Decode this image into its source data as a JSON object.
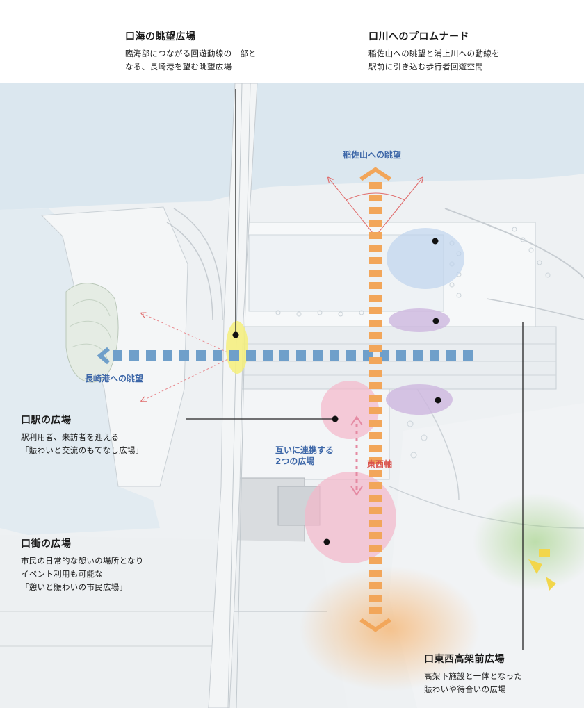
{
  "callouts": {
    "sea": {
      "title": "口海の眺望広場",
      "lines": [
        "臨海部につながる回遊動線の一部と",
        "なる、長崎港を望む眺望広場"
      ]
    },
    "river": {
      "title": "口川へのプロムナード",
      "lines": [
        "稲佐山への眺望と浦上川への動線を",
        "駅前に引き込む歩行者回遊空間"
      ]
    },
    "station": {
      "title": "口駅の広場",
      "lines": [
        "駅利用者、来訪者を迎える",
        "「賑わいと交流のもてなし広場」"
      ]
    },
    "town": {
      "title": "口街の広場",
      "lines": [
        "市民の日常的な憩いの場所となり",
        "イベント利用も可能な",
        "「憩いと賑わいの市民広場」"
      ]
    },
    "viaduct": {
      "title": "口東西高架前広場",
      "lines": [
        "高架下施設と一体となった",
        "賑わいや待合いの広場"
      ]
    }
  },
  "map_labels": {
    "inasa": "稲佐山への眺望",
    "nagasaki": "長崎港への眺望",
    "linked": [
      "互いに連携する",
      "2つの広場"
    ],
    "axis": "東西軸"
  },
  "colors": {
    "water": "#dbe7ef",
    "blue_axis": "#6f9fca",
    "orange_axis": "#f2a65a",
    "pink_zone": "#f3b7c9",
    "purple_zone": "#cdb6de",
    "blue_zone": "#bcd1ec",
    "yellow_zone": "#f4ee7a",
    "label_blue": "#3d67a8",
    "label_red": "#d9534f"
  }
}
